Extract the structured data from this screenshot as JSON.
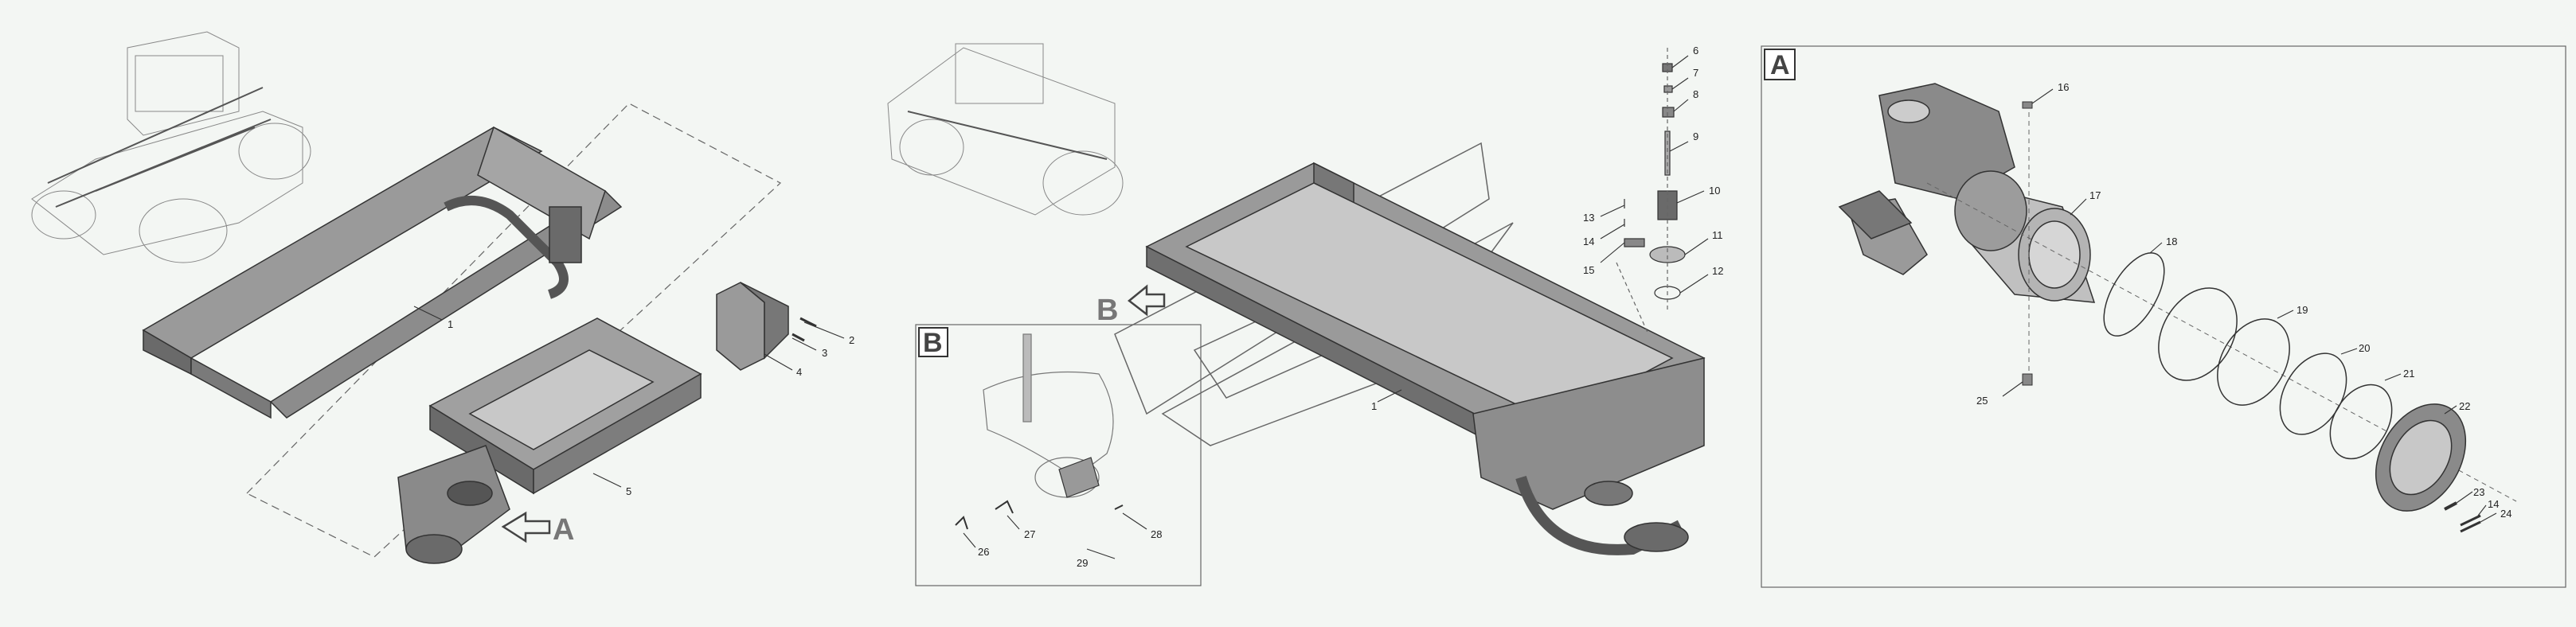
{
  "callouts": {
    "c1": "1",
    "c2": "2",
    "c3": "3",
    "c4": "4",
    "c5": "5",
    "c1b": "1",
    "c6": "6",
    "c7": "7",
    "c8": "8",
    "c9": "9",
    "c10": "10",
    "c11": "11",
    "c12": "12",
    "c13": "13",
    "c14": "14",
    "c15": "15",
    "c16": "16",
    "c17": "17",
    "c18": "18",
    "c19": "19",
    "c20": "20",
    "c21": "21",
    "c22": "22",
    "c23": "23",
    "c14b": "14",
    "c24": "24",
    "c25": "25",
    "c26": "26",
    "c27": "27",
    "c28": "28",
    "c29": "29"
  },
  "view_labels": {
    "a": "A",
    "b": "B"
  },
  "colors": {
    "background": "#f3f6f3",
    "part_dark": "#6a6a6a",
    "part_mid": "#9a9a9a",
    "part_light": "#c8c8c8",
    "line": "#333333"
  }
}
